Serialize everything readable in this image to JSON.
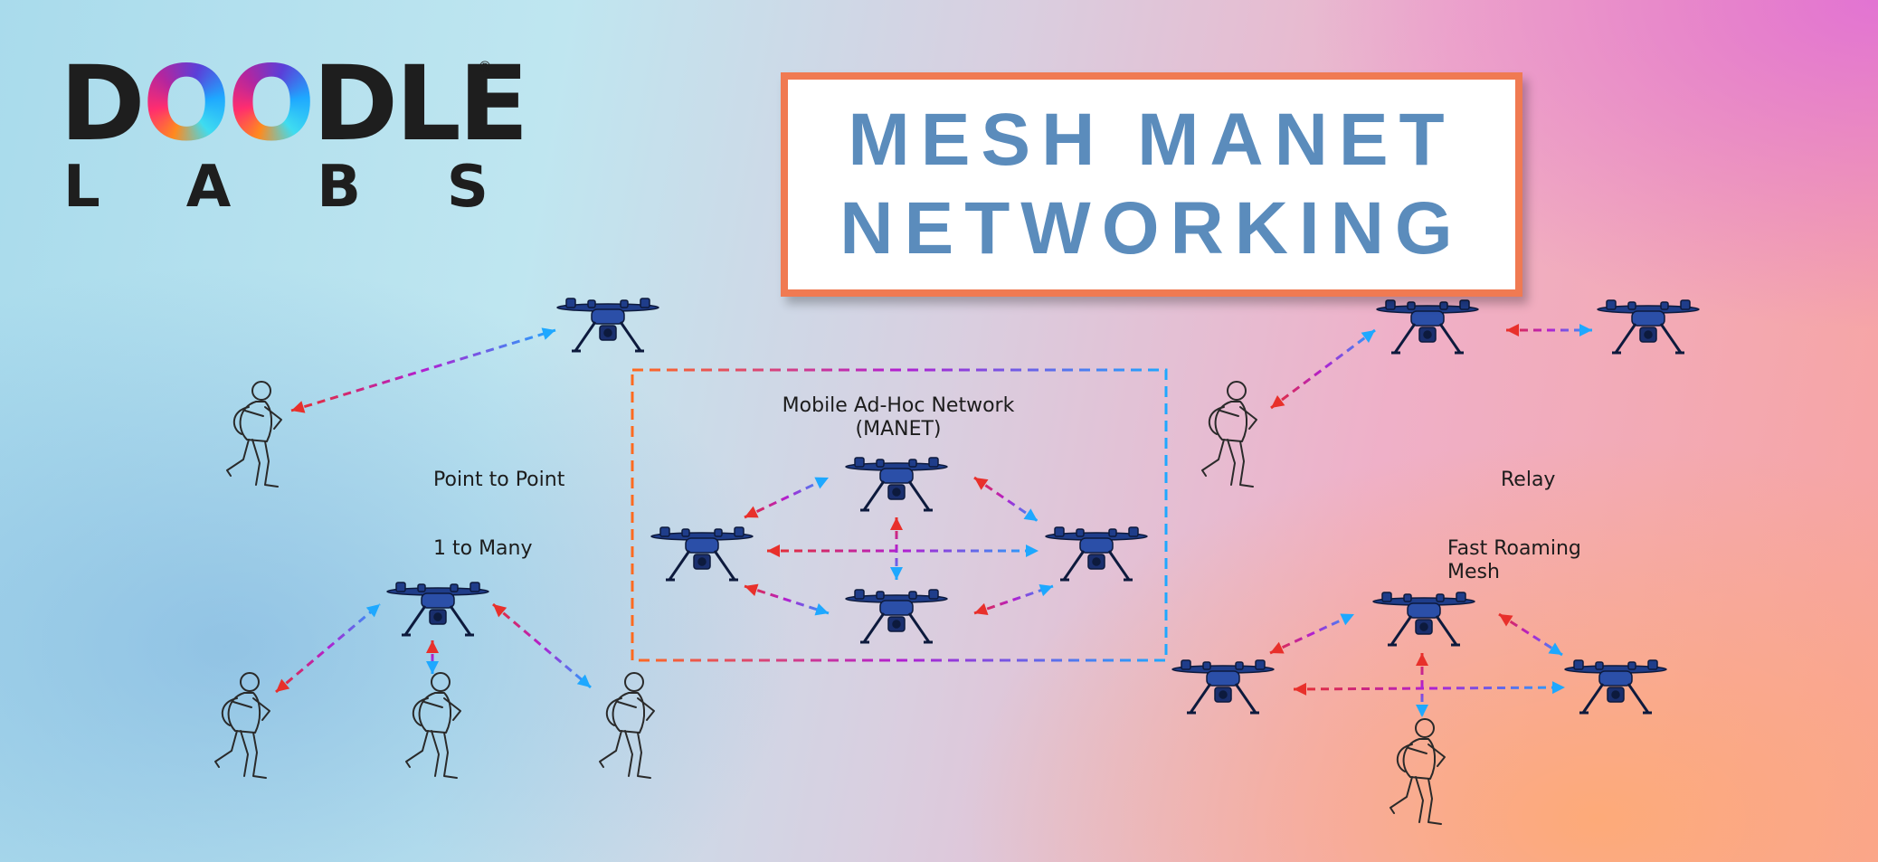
{
  "logo": {
    "name": "DOODLE",
    "sub": "LABS",
    "registered": "®"
  },
  "title": {
    "line1": "MESH MANET",
    "line2": "NETWORKING"
  },
  "labels": {
    "point_to_point": "Point to Point",
    "one_to_many": "1 to Many",
    "manet_line1": "Mobile Ad-Hoc Network",
    "manet_line2": "(MANET)",
    "relay": "Relay",
    "fast_roaming_line1": "Fast Roaming",
    "fast_roaming_line2": "Mesh"
  },
  "colors": {
    "title_text": "#5b8cbc",
    "title_border": "#f07a52",
    "drone": "#1f3d8a"
  },
  "icons": [
    "drone-icon",
    "soldier-icon",
    "double-arrow"
  ]
}
